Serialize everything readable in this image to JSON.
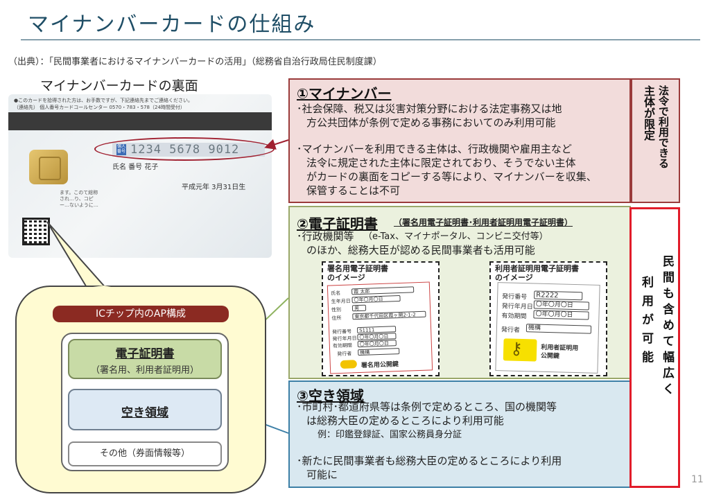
{
  "title": "マイナンバーカードの仕組み",
  "source": "（出典）：「民間事業者におけるマイナンバーカードの活用」（総務省自治行政局住民制度課）",
  "card_caption": "マイナンバーカードの裏面",
  "page_number": "11",
  "card": {
    "notice_line1": "●このカードを拾得された方は、お手数ですが、下記連絡先までご連絡ください。",
    "notice_line2": "（連絡先） 個人番号カードコールセンター 0570・783・578（24時間受付）",
    "number_seal": "個人番号",
    "number": "1234  5678  9012",
    "name_label": "氏名 番号 花子",
    "birth": "平成元年 3月31日生",
    "small_text": "ます。このて総称され…り、コピー…ないように…"
  },
  "bubble": {
    "header": "ICチップ内のAP構成",
    "cert_title": "電子証明書",
    "cert_sub": "（署名用、利用者証明用）",
    "free_title": "空き領域",
    "other": "その他（券面情報等）"
  },
  "section1": {
    "heading": "①マイナンバー",
    "bullet1_l1": "･社会保障、税又は災害対策分野における法定事務又は地",
    "bullet1_l2": "方公共団体が条例で定める事務においてのみ利用可能",
    "bullet2_l1": "･マイナンバーを利用できる主体は、行政機関や雇用主など",
    "bullet2_l2": "法令に規定された主体に限定されており、そうでない主体",
    "bullet2_l3": "がカードの裏面をコピーする等により、マイナンバーを収集、",
    "bullet2_l4": "保管することは不可",
    "side_col1": "主体が限定",
    "side_col2": "法令で利用できる"
  },
  "section2": {
    "heading": "②電子証明書",
    "sub": "（署名用電子証明書･利用者証明用電子証明書）",
    "line1": "･行政機関等",
    "line1_paren": "（e-Tax、マイナポータル、コンビニ交付等）",
    "line2": "のほか、総務大臣が認める民間事業者も活用可能",
    "sign_title_l1": "署名用電子証明書",
    "sign_title_l2": "のイメージ",
    "user_title_l1": "利用者証明用電子証明書",
    "user_title_l2": "のイメージ",
    "sign_fields": [
      {
        "label": "氏名",
        "value": "霞 太郎"
      },
      {
        "label": "生年月日",
        "value": "〇年〇月〇日"
      },
      {
        "label": "性別",
        "value": "男"
      },
      {
        "label": "住所",
        "value": "東京都千代田区霞ヶ関2-1-2"
      },
      {
        "label": "発行番号",
        "value": "S1111"
      },
      {
        "label": "発行年月日",
        "value": "〇年〇月〇日"
      },
      {
        "label": "有効期間",
        "value": "〇年〇月〇日"
      },
      {
        "label": "発行者",
        "value": "機構"
      }
    ],
    "sign_key": "署名用公開鍵",
    "user_fields": [
      {
        "label": "発行番号",
        "value": "R2222"
      },
      {
        "label": "発行年月日",
        "value": "〇年〇月〇日"
      },
      {
        "label": "有効期間",
        "value": "〇年〇月〇日"
      },
      {
        "label": "発行者",
        "value": "機構"
      }
    ],
    "user_key_l1": "利用者証明用",
    "user_key_l2": "公開鍵"
  },
  "section3": {
    "heading": "③空き領域",
    "line1": "･市町村･都道府県等は条例で定めるところ、国の機関等",
    "line2": "は総務大臣の定めるところにより利用可能",
    "example": "例：印鑑登録証、国家公務員身分証",
    "line3": "･新たに民間事業者も総務大臣の定めるところにより利用",
    "line4": "可能に"
  },
  "side_right": {
    "col1": "利用が可能",
    "col2": "民間も含めて幅広く"
  }
}
